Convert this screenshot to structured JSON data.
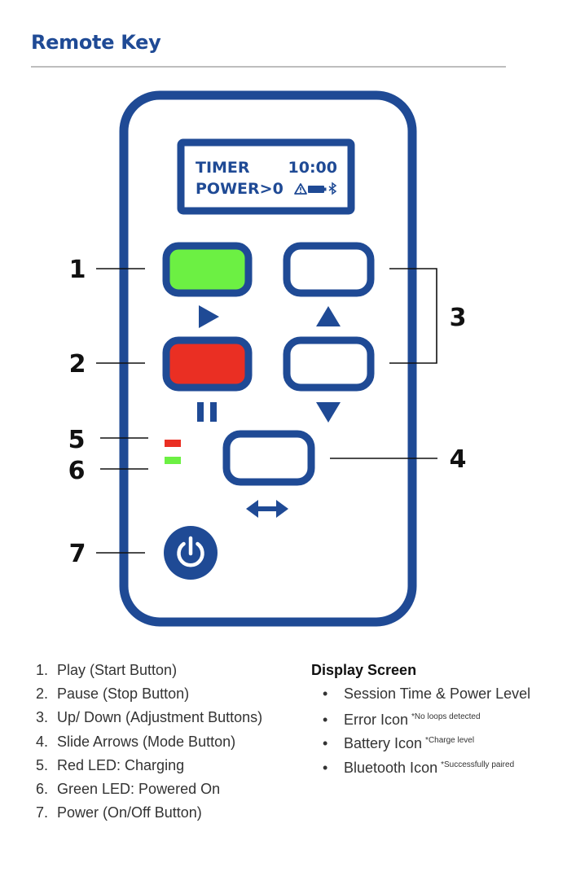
{
  "title": "Remote Key",
  "colors": {
    "brand_blue": "#1f4a95",
    "play_green": "#6cf043",
    "pause_red": "#ea2f23",
    "led_red": "#ea2f23",
    "led_green": "#6cf043"
  },
  "remote": {
    "screen": {
      "line1_left": "TIMER",
      "line1_right": "10:00",
      "line2_left": "POWER>0",
      "icons": [
        "warning-icon",
        "battery-icon",
        "bluetooth-icon"
      ]
    },
    "callouts": [
      "1",
      "2",
      "3",
      "4",
      "5",
      "6",
      "7"
    ]
  },
  "legend": [
    {
      "num": "1.",
      "text": "Play (Start Button)"
    },
    {
      "num": "2.",
      "text": "Pause (Stop Button)"
    },
    {
      "num": "3.",
      "text": "Up/ Down (Adjustment Buttons)"
    },
    {
      "num": "4.",
      "text": "Slide Arrows (Mode Button)"
    },
    {
      "num": "5.",
      "text": "Red LED: Charging"
    },
    {
      "num": "6.",
      "text": "Green LED: Powered On"
    },
    {
      "num": "7.",
      "text": "Power (On/Off Button)"
    }
  ],
  "display_screen": {
    "title": "Display Screen",
    "items": [
      {
        "text": "Session Time & Power Level",
        "note": ""
      },
      {
        "text": "Error Icon",
        "note": "*No loops detected"
      },
      {
        "text": "Battery Icon",
        "note": "*Charge level"
      },
      {
        "text": "Bluetooth Icon",
        "note": "*Successfully paired"
      }
    ]
  }
}
